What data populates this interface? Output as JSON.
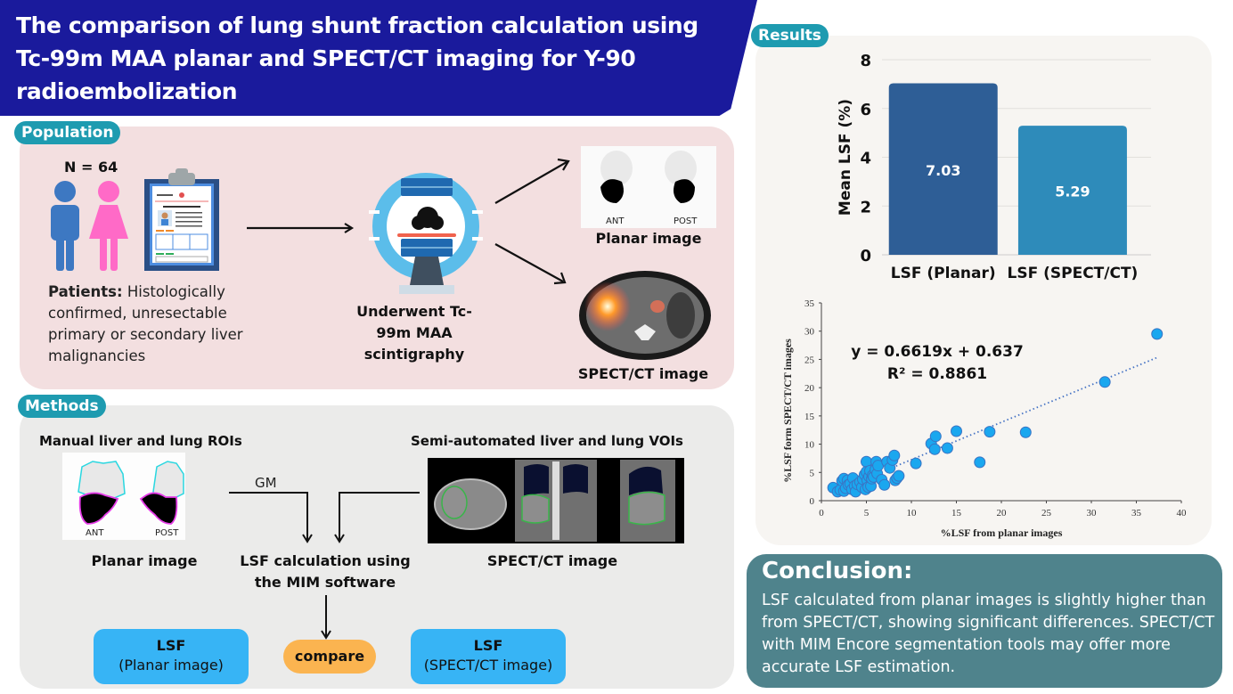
{
  "title": "The comparison of lung shunt fraction calculation using Tc-99m MAA planar and SPECT/CT imaging for Y-90 radioembolization",
  "colors": {
    "title_bg": "#1a1a9c",
    "section_pill": "#1e9bb0",
    "population_bg": "#f3dfe0",
    "methods_bg": "#ebebea",
    "results_bg": "#f7f5f2",
    "conclusion_bg": "#4f838c",
    "bar_planar": "#2e5e96",
    "bar_spect": "#2e8bba",
    "scatter_point": "#1aa7ef",
    "lsf_box": "#37b4f5",
    "compare_box": "#fbb450"
  },
  "population": {
    "label": "Population",
    "n": "N = 64",
    "icons": [
      "male-icon",
      "female-icon",
      "clipboard-icon"
    ],
    "patients_bold": "Patients:",
    "patients_text": " Histologically confirmed, unresectable primary or secondary liver malignancies",
    "scanner_icon": "gamma-camera-icon",
    "scanner_label": "Underwent Tc-99m MAA scintigraphy",
    "planar_ant": "ANT",
    "planar_post": "POST",
    "planar_label": "Planar image",
    "spect_label": "SPECT/CT image"
  },
  "methods": {
    "label": "Methods",
    "left_heading": "Manual liver and lung ROIs",
    "right_heading": "Semi-automated liver and lung VOIs",
    "roi_ant": "ANT",
    "roi_post": "POST",
    "gm_label": "GM",
    "planar_label": "Planar image",
    "calc_label_1": "LSF calculation using",
    "calc_label_2": "the MIM software",
    "spect_label": "SPECT/CT image",
    "lsf_planar_title": "LSF",
    "lsf_planar_sub": "(Planar image)",
    "compare": "compare",
    "lsf_spect_title": "LSF",
    "lsf_spect_sub": "(SPECT/CT image)"
  },
  "results": {
    "label": "Results"
  },
  "chart_data": [
    {
      "type": "bar",
      "title": "",
      "categories": [
        "LSF (Planar)",
        "LSF (SPECT/CT)"
      ],
      "values": [
        7.03,
        5.29
      ],
      "data_labels": [
        "7.03",
        "5.29"
      ],
      "xlabel": "",
      "ylabel": "Mean LSF (%)",
      "ylim": [
        0,
        8
      ],
      "yticks": [
        0,
        2,
        4,
        6,
        8
      ],
      "grid": true
    },
    {
      "type": "scatter",
      "title": "",
      "xlabel": "%LSF from planar images",
      "ylabel": "%LSF form SPECT/CT images",
      "xlim": [
        0,
        40
      ],
      "ylim": [
        0,
        35
      ],
      "xticks": [
        0,
        5,
        10,
        15,
        20,
        25,
        30,
        35,
        40
      ],
      "yticks": [
        0,
        5,
        10,
        15,
        20,
        25,
        30,
        35
      ],
      "trendline": {
        "slope": 0.6619,
        "intercept": 0.637,
        "x_range": [
          1.3,
          37.3
        ],
        "style": "dotted"
      },
      "annotation_eq": "y = 0.6619x + 0.637",
      "annotation_r2": "R² = 0.8861",
      "points": [
        [
          1.3,
          2.3
        ],
        [
          1.8,
          1.6
        ],
        [
          2.1,
          1.9
        ],
        [
          2.3,
          3.5
        ],
        [
          2.5,
          3.9
        ],
        [
          2.5,
          1.7
        ],
        [
          2.7,
          2.2
        ],
        [
          2.9,
          3.6
        ],
        [
          3.0,
          2.8
        ],
        [
          3.2,
          3.0
        ],
        [
          3.4,
          2.0
        ],
        [
          3.5,
          4.0
        ],
        [
          3.7,
          2.6
        ],
        [
          3.8,
          1.6
        ],
        [
          4.0,
          2.9
        ],
        [
          4.3,
          3.3
        ],
        [
          4.5,
          2.4
        ],
        [
          4.6,
          3.8
        ],
        [
          4.8,
          4.6
        ],
        [
          4.9,
          2.0
        ],
        [
          5.0,
          6.9
        ],
        [
          5.0,
          5.1
        ],
        [
          5.1,
          3.6
        ],
        [
          5.2,
          2.4
        ],
        [
          5.3,
          4.3
        ],
        [
          5.4,
          5.3
        ],
        [
          5.5,
          2.6
        ],
        [
          5.6,
          3.9
        ],
        [
          5.7,
          4.5
        ],
        [
          5.8,
          4.2
        ],
        [
          6.0,
          5.5
        ],
        [
          6.1,
          6.9
        ],
        [
          6.2,
          4.8
        ],
        [
          6.3,
          6.2
        ],
        [
          6.7,
          3.7
        ],
        [
          7.0,
          2.8
        ],
        [
          7.3,
          6.9
        ],
        [
          7.6,
          5.8
        ],
        [
          7.9,
          7.2
        ],
        [
          8.1,
          8.0
        ],
        [
          8.2,
          3.6
        ],
        [
          8.4,
          4.0
        ],
        [
          8.6,
          4.4
        ],
        [
          10.5,
          6.6
        ],
        [
          12.2,
          10.1
        ],
        [
          12.6,
          9.1
        ],
        [
          12.7,
          11.4
        ],
        [
          14.0,
          9.3
        ],
        [
          15.0,
          12.3
        ],
        [
          17.6,
          6.8
        ],
        [
          18.7,
          12.2
        ],
        [
          22.7,
          12.1
        ],
        [
          31.5,
          21.0
        ],
        [
          37.3,
          29.5
        ]
      ]
    }
  ],
  "conclusion": {
    "title": "Conclusion:",
    "text": "LSF calculated from planar images is slightly higher than from SPECT/CT, showing significant differences. SPECT/CT with MIM Encore segmentation tools may offer more accurate LSF estimation."
  }
}
